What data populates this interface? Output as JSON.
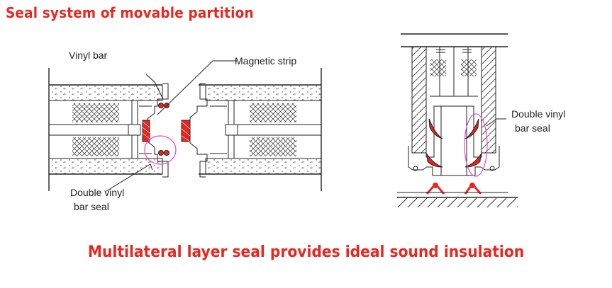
{
  "title": "Seal system of movable partition",
  "footer": "Multilateral layer seal provides ideal sound insulation",
  "labels": {
    "vinyl_bar": "Vinyl bar",
    "magnetic_strip": "Magnetic strip",
    "double_vinyl_left_1": "Double vinyl",
    "double_vinyl_left_2": "bar seal",
    "double_vinyl_right_1": "Double vinyl",
    "double_vinyl_right_2": "bar seal"
  },
  "colors": {
    "title": "#e8261f",
    "seal_red": "#e8261f",
    "highlight": "#e04ad8",
    "line": "#222222"
  }
}
